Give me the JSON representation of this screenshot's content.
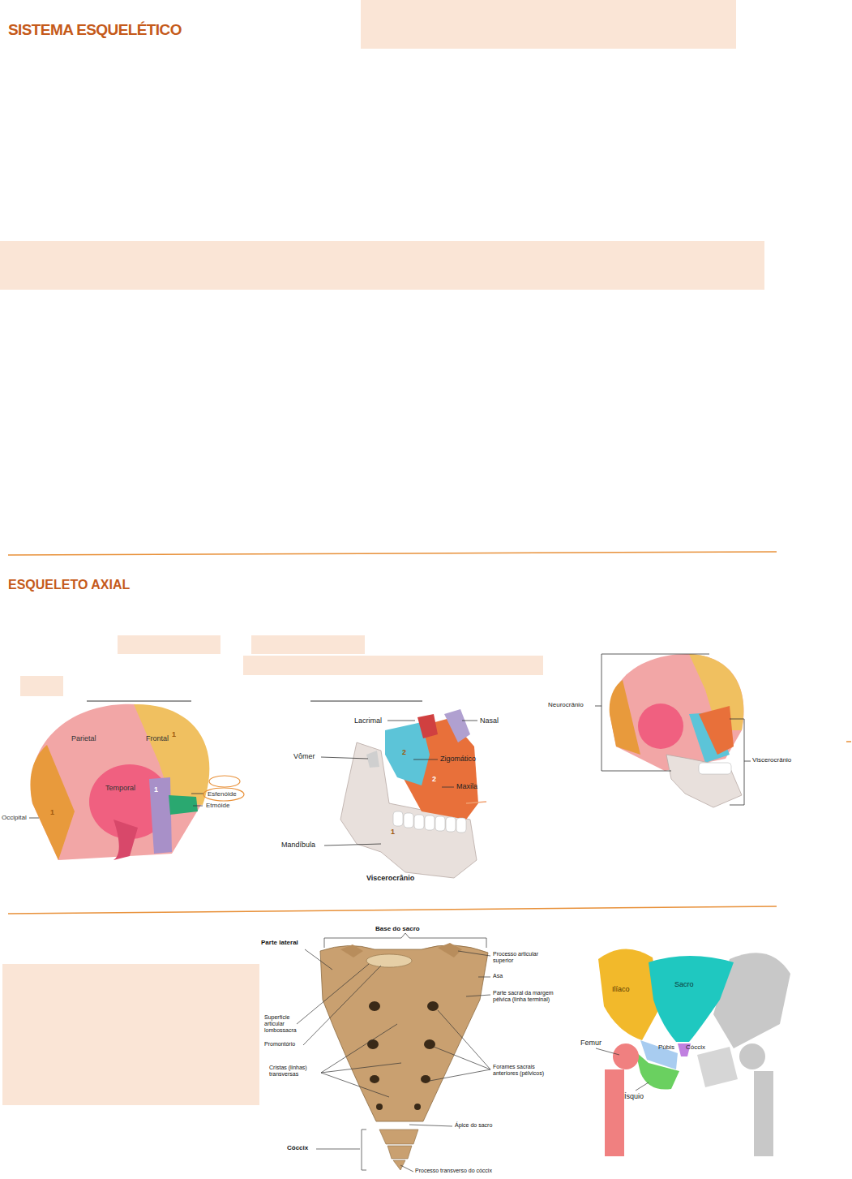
{
  "diagram": {
    "title": "SISTEMA ESQUELÉTICO",
    "labels": [
      "ESQUELETO AXIAL",
      "Parietal",
      "Frontal",
      "Temporal",
      "Esfenóide",
      "Etmóide",
      "Occipital",
      "1",
      "1",
      "1",
      "Lacrimal",
      "Nasal",
      "Vômer",
      "Zigomático",
      "Maxila",
      "Mandíbula",
      "Viscerocrânio",
      "2",
      "2",
      "1",
      "Neurocrânio",
      "Viscerocrânio",
      "Base do sacro",
      "Parte lateral",
      "Processo articular superior",
      "Asa",
      "Parte sacral da margem pélvica (linha terminal)",
      "Superfície articular lombossacra",
      "Promontório",
      "Cristas (linhas) transversas",
      "Forames sacrais anteriores (pélvicos)",
      "Ápice do sacro",
      "Cóccix",
      "Processo transverso do cóccix",
      "Ilíaco",
      "Sacro",
      "Femur",
      "Púbis",
      "Cóccix",
      "Ísquio"
    ]
  }
}
